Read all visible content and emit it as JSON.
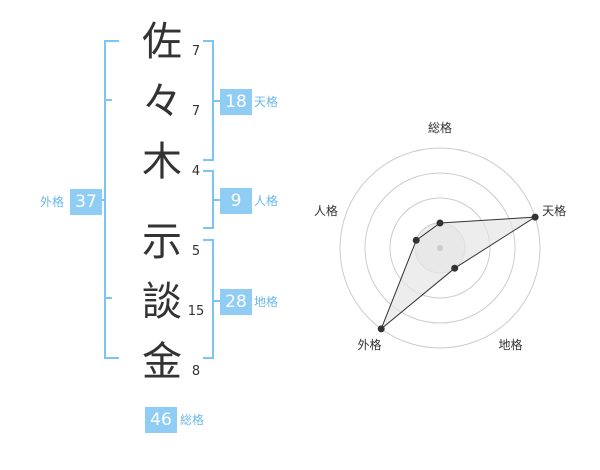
{
  "name_chars": [
    {
      "char": "佐",
      "strokes": "7"
    },
    {
      "char": "々",
      "strokes": "7"
    },
    {
      "char": "木",
      "strokes": "4"
    },
    {
      "char": "示",
      "strokes": "5"
    },
    {
      "char": "談",
      "strokes": "15"
    },
    {
      "char": "金",
      "strokes": "8"
    }
  ],
  "kakusu": {
    "tenkaku": {
      "label": "天格",
      "value": "18"
    },
    "jinkaku": {
      "label": "人格",
      "value": "9"
    },
    "chikaku": {
      "label": "地格",
      "value": "28"
    },
    "gaikaku": {
      "label": "外格",
      "value": "37"
    },
    "soukaku": {
      "label": "総格",
      "value": "46"
    }
  },
  "colors": {
    "accent": "#8fcdf5",
    "accent_text": "#69b8ea",
    "bracket": "#7cc4f4",
    "text": "#333333",
    "grid": "#cccccc",
    "polygon_fill": "#e6e6e6",
    "polygon_stroke": "#333333"
  },
  "chart_data": {
    "type": "radar",
    "axes": [
      "総格",
      "天格",
      "地格",
      "外格",
      "人格"
    ],
    "values": [
      1,
      4,
      1,
      4,
      1
    ],
    "rmax": 4,
    "rings": 4,
    "grid": true
  }
}
